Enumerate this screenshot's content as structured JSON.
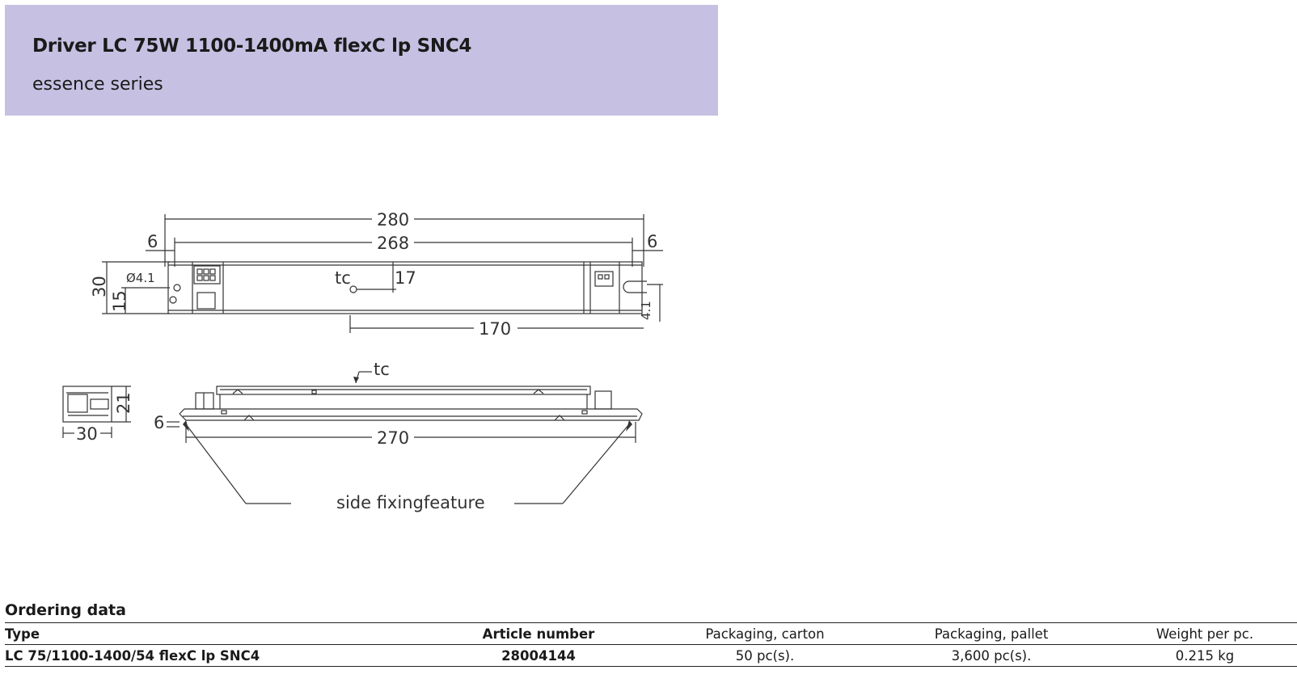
{
  "header": {
    "title": "Driver LC 75W 1100-1400mA flexC lp SNC4",
    "subtitle": "essence series"
  },
  "drawing": {
    "top_view": {
      "overall_length": "280",
      "inner_length": "268",
      "left_margin": "6",
      "right_margin": "6",
      "height": "30",
      "hole_height": "15",
      "hole_diameter": "Ø4.1",
      "tc_label": "tc",
      "tc_offset": "17",
      "tc_distance": "170",
      "slot_width": "4.1"
    },
    "side_view": {
      "tc_label": "tc",
      "length": "270",
      "flange": "6",
      "end_width": "30",
      "end_height": "21",
      "feature_label": "side fixingfeature"
    }
  },
  "ordering": {
    "heading": "Ordering data",
    "columns": [
      "Type",
      "Article number",
      "Packaging, carton",
      "Packaging, pallet",
      "Weight per pc."
    ],
    "rows": [
      [
        "LC 75/1100-1400/54 flexC lp SNC4",
        "28004144",
        "50 pc(s).",
        "3,600 pc(s).",
        "0.215 kg"
      ]
    ]
  }
}
